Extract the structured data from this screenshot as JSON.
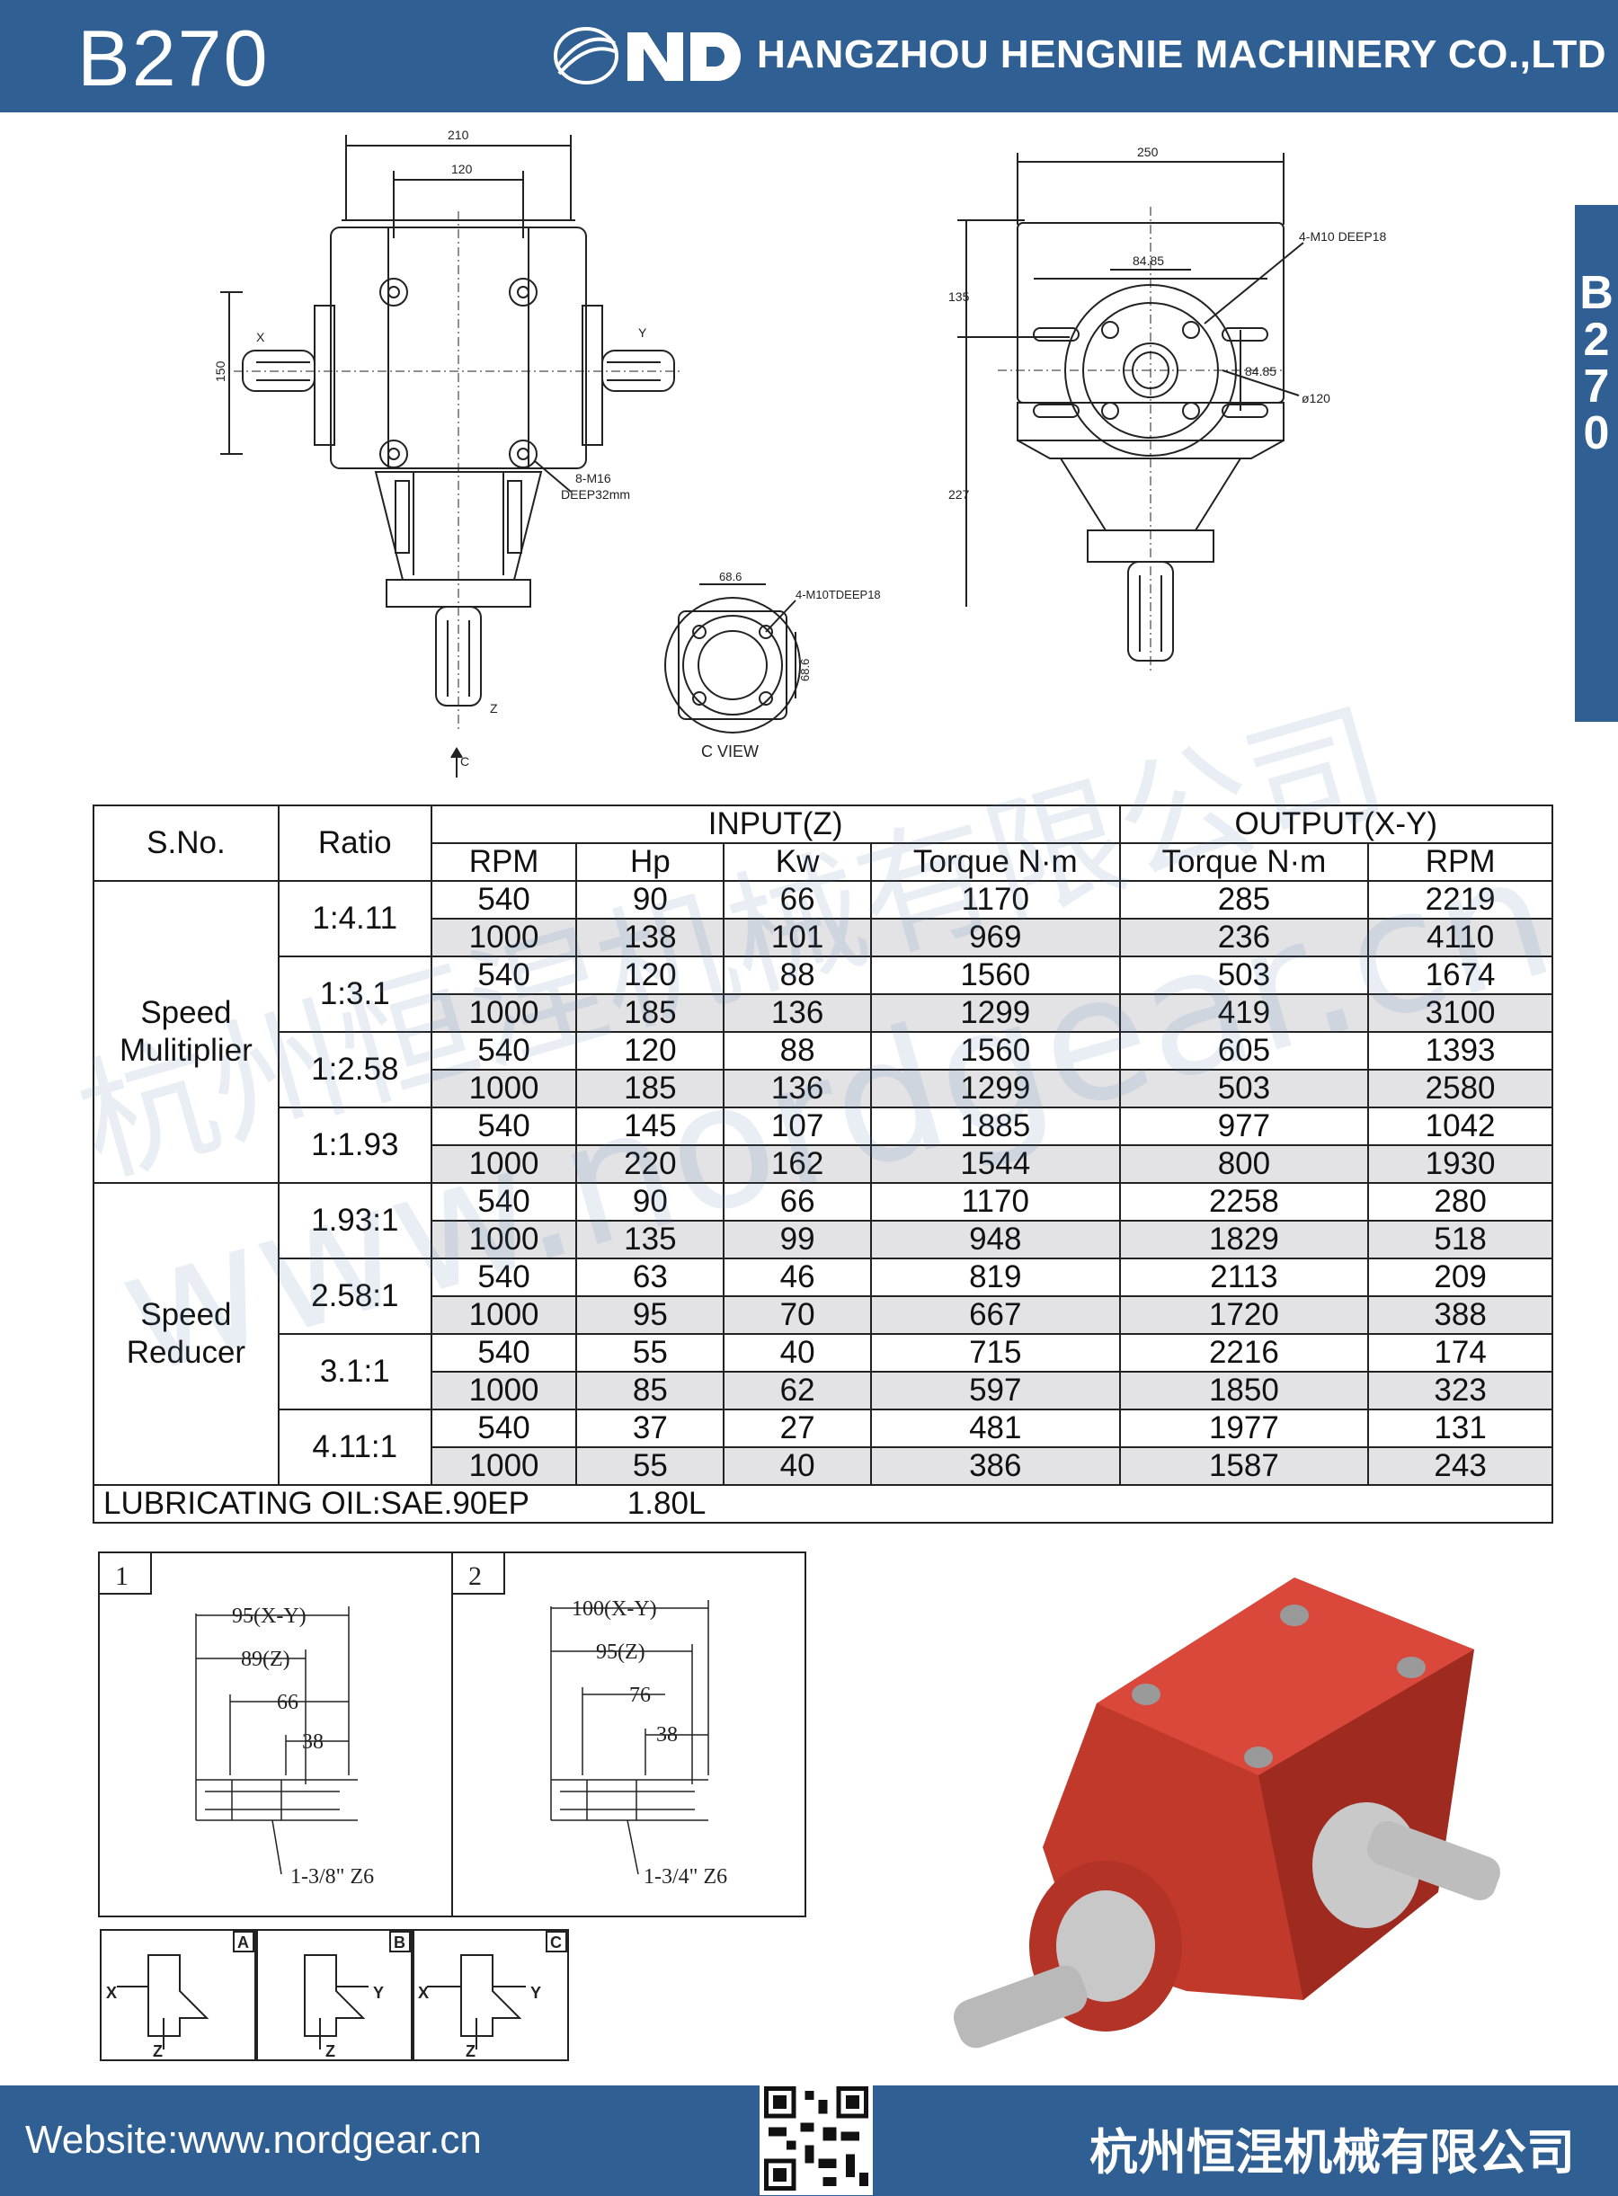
{
  "header": {
    "model": "B270",
    "company": "HANGZHOU HENGNIE MACHINERY CO.,LTD"
  },
  "side_tab": {
    "chars": [
      "B",
      "2",
      "7",
      "0"
    ]
  },
  "drawing_front": {
    "dim_210": "210",
    "dim_120": "120",
    "dim_150": "150",
    "label_x": "X",
    "label_y": "Y",
    "label_z": "Z",
    "label_c": "C",
    "bolt_note_1": "8-M16",
    "bolt_note_2": "DEEP32mm"
  },
  "drawing_side": {
    "dim_250": "250",
    "dim_135": "135",
    "dim_227": "227",
    "dim_8485_h": "84.85",
    "dim_8485_v": "84.85",
    "dim_120": "ø120",
    "bolt_note": "4-M10 DEEP18"
  },
  "drawing_cview": {
    "dim_top": "68.6",
    "dim_right": "68.6",
    "bolt_note": "4-M10TDEEP18",
    "caption": "C VIEW"
  },
  "table": {
    "headers": {
      "sno": "S.No.",
      "ratio": "Ratio",
      "input": "INPUT(Z)",
      "output": "OUTPUT(X-Y)"
    },
    "subheaders": [
      "RPM",
      "Hp",
      "Kw",
      "Torque N·m",
      "Torque N·m",
      "RPM"
    ],
    "groups": [
      {
        "name_line1": "Speed",
        "name_line2": "Mulitiplier",
        "ratios": [
          {
            "ratio": "1:4.11",
            "rows": [
              [
                "540",
                "90",
                "66",
                "1170",
                "285",
                "2219"
              ],
              [
                "1000",
                "138",
                "101",
                "969",
                "236",
                "4110"
              ]
            ]
          },
          {
            "ratio": "1:3.1",
            "rows": [
              [
                "540",
                "120",
                "88",
                "1560",
                "503",
                "1674"
              ],
              [
                "1000",
                "185",
                "136",
                "1299",
                "419",
                "3100"
              ]
            ]
          },
          {
            "ratio": "1:2.58",
            "rows": [
              [
                "540",
                "120",
                "88",
                "1560",
                "605",
                "1393"
              ],
              [
                "1000",
                "185",
                "136",
                "1299",
                "503",
                "2580"
              ]
            ]
          },
          {
            "ratio": "1:1.93",
            "rows": [
              [
                "540",
                "145",
                "107",
                "1885",
                "977",
                "1042"
              ],
              [
                "1000",
                "220",
                "162",
                "1544",
                "800",
                "1930"
              ]
            ]
          }
        ]
      },
      {
        "name_line1": "Speed",
        "name_line2": "Reducer",
        "ratios": [
          {
            "ratio": "1.93:1",
            "rows": [
              [
                "540",
                "90",
                "66",
                "1170",
                "2258",
                "280"
              ],
              [
                "1000",
                "135",
                "99",
                "948",
                "1829",
                "518"
              ]
            ]
          },
          {
            "ratio": "2.58:1",
            "rows": [
              [
                "540",
                "63",
                "46",
                "819",
                "2113",
                "209"
              ],
              [
                "1000",
                "95",
                "70",
                "667",
                "1720",
                "388"
              ]
            ]
          },
          {
            "ratio": "3.1:1",
            "rows": [
              [
                "540",
                "55",
                "40",
                "715",
                "2216",
                "174"
              ],
              [
                "1000",
                "85",
                "62",
                "597",
                "1850",
                "323"
              ]
            ]
          },
          {
            "ratio": "4.11:1",
            "rows": [
              [
                "540",
                "37",
                "27",
                "481",
                "1977",
                "131"
              ],
              [
                "1000",
                "55",
                "40",
                "386",
                "1587",
                "243"
              ]
            ]
          }
        ]
      }
    ],
    "oil_label": "LUBRICATING OIL:SAE.90EP",
    "oil_volume": "1.80L"
  },
  "shaft_1": {
    "num": "1",
    "d1": "95(X-Y)",
    "d2": "89(Z)",
    "d3": "66",
    "d4": "38",
    "spline": "1-3/8\" Z6"
  },
  "shaft_2": {
    "num": "2",
    "d1": "100(X-Y)",
    "d2": "95(Z)",
    "d3": "76",
    "d4": "38",
    "spline": "1-3/4\" Z6"
  },
  "configs": [
    {
      "letter": "A",
      "left": "X",
      "right": "",
      "bottom": "Z"
    },
    {
      "letter": "B",
      "left": "",
      "right": "Y",
      "bottom": "Z"
    },
    {
      "letter": "C",
      "left": "X",
      "right": "Y",
      "bottom": "Z"
    }
  ],
  "watermarks": {
    "cn": "杭州恒涅机械有限公司",
    "url": "www.nordgear.cn"
  },
  "footer": {
    "website": "Website:www.nordgear.cn",
    "cn_company": "杭州恒涅机械有限公司"
  },
  "colors": {
    "brand_blue": "#2f5f93",
    "housing_red": "#c0392b",
    "row_shade": "#e3e3e6"
  }
}
